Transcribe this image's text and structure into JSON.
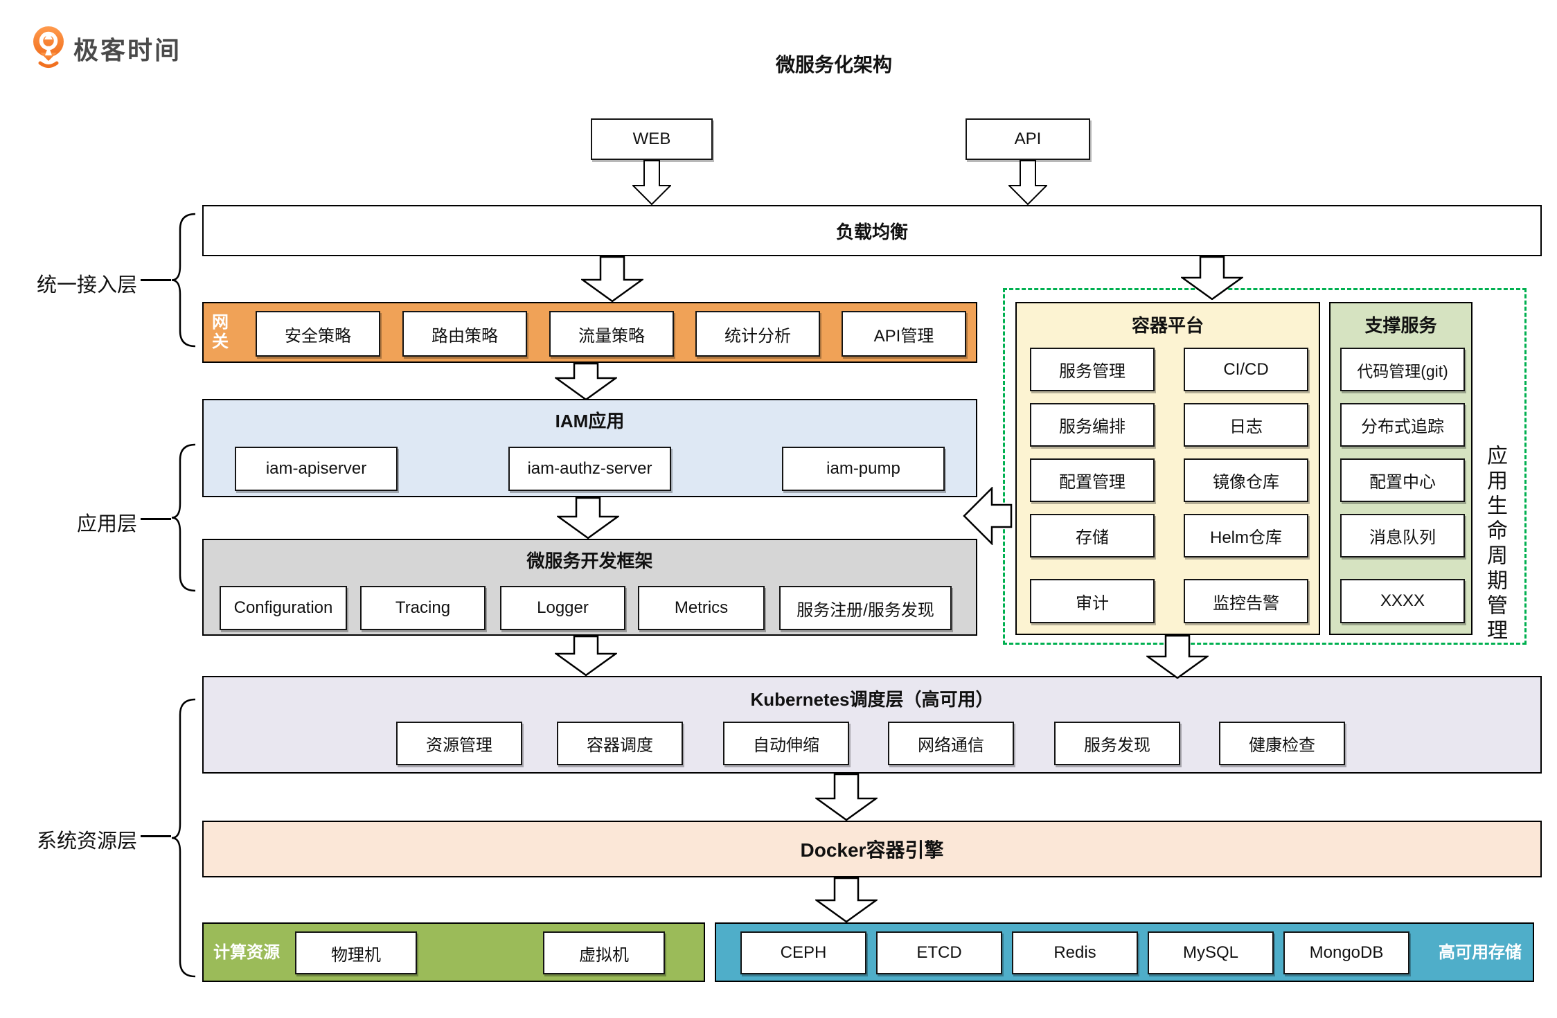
{
  "brand": {
    "name": "极客时间"
  },
  "title": "微服务化架构",
  "colors": {
    "brand_orange": "#F77B2D",
    "gateway_orange": "#F0A257",
    "iam_blue": "#DEE8F4",
    "framework_gray": "#D6D6D6",
    "platform_yellow": "#FCF3D2",
    "support_green": "#D6E3C1",
    "k8s_lavender": "#E9E7F0",
    "docker_peach": "#FBE7D7",
    "compute_green": "#9BBB59",
    "storage_blue": "#4FAEC9",
    "dashed_green": "#00B050"
  },
  "layer_labels": {
    "access": "统一接入层",
    "app": "应用层",
    "resource": "系统资源层"
  },
  "entry": {
    "web": "WEB",
    "api": "API"
  },
  "load_balancer": {
    "title": "负载均衡"
  },
  "gateway": {
    "label": "网关",
    "items": [
      "安全策略",
      "路由策略",
      "流量策略",
      "统计分析",
      "API管理"
    ]
  },
  "iam": {
    "title": "IAM应用",
    "items": [
      "iam-apiserver",
      "iam-authz-server",
      "iam-pump"
    ]
  },
  "framework": {
    "title": "微服务开发框架",
    "items": [
      "Configuration",
      "Tracing",
      "Logger",
      "Metrics",
      "服务注册/服务发现"
    ]
  },
  "container_platform": {
    "title": "容器平台",
    "col1": [
      "服务管理",
      "服务编排",
      "配置管理",
      "存储",
      "审计"
    ],
    "col2": [
      "CI/CD",
      "日志",
      "镜像仓库",
      "Helm仓库",
      "监控告警"
    ]
  },
  "support_services": {
    "title": "支撑服务",
    "items": [
      "代码管理(git)",
      "分布式追踪",
      "配置中心",
      "消息队列",
      "XXXX"
    ]
  },
  "lifecycle_label": "应用生命周期管理",
  "kubernetes": {
    "title": "Kubernetes调度层（高可用）",
    "items": [
      "资源管理",
      "容器调度",
      "自动伸缩",
      "网络通信",
      "服务发现",
      "健康检查"
    ]
  },
  "docker": {
    "title": "Docker容器引擎"
  },
  "compute": {
    "label": "计算资源",
    "items": [
      "物理机",
      "虚拟机"
    ]
  },
  "storage": {
    "label": "高可用存储",
    "items": [
      "CEPH",
      "ETCD",
      "Redis",
      "MySQL",
      "MongoDB"
    ]
  }
}
